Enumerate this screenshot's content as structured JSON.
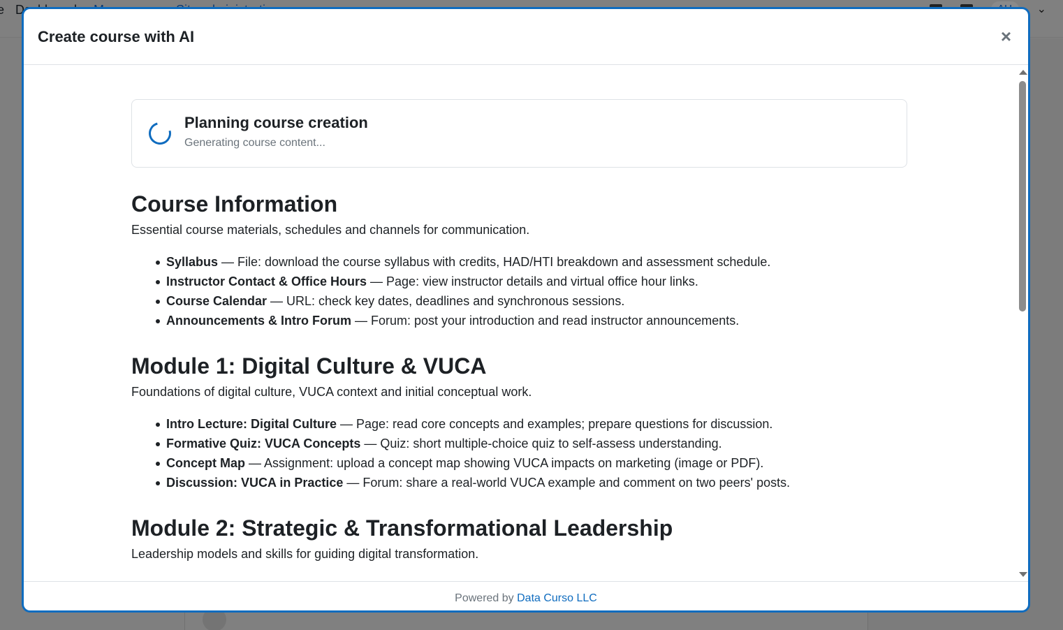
{
  "background": {
    "nav": {
      "logo_fragment": "e",
      "dashboard": "Dashboard",
      "my_courses": "My courses",
      "site_admin": "Site administration",
      "avatar": "AU"
    }
  },
  "modal": {
    "title": "Create course with AI",
    "close_label": "×",
    "progress": {
      "title": "Planning course creation",
      "subtitle": "Generating course content..."
    },
    "sections": [
      {
        "heading": "Course Information",
        "description": "Essential course materials, schedules and channels for communication.",
        "items": [
          {
            "name": "Syllabus",
            "text": " — File: download the course syllabus with credits, HAD/HTI breakdown and assessment schedule."
          },
          {
            "name": "Instructor Contact & Office Hours",
            "text": " — Page: view instructor details and virtual office hour links."
          },
          {
            "name": "Course Calendar",
            "text": " — URL: check key dates, deadlines and synchronous sessions."
          },
          {
            "name": "Announcements & Intro Forum",
            "text": " — Forum: post your introduction and read instructor announcements."
          }
        ]
      },
      {
        "heading": "Module 1: Digital Culture & VUCA",
        "description": "Foundations of digital culture, VUCA context and initial conceptual work.",
        "items": [
          {
            "name": "Intro Lecture: Digital Culture",
            "text": " — Page: read core concepts and examples; prepare questions for discussion."
          },
          {
            "name": "Formative Quiz: VUCA Concepts",
            "text": " — Quiz: short multiple-choice quiz to self-assess understanding."
          },
          {
            "name": "Concept Map",
            "text": " — Assignment: upload a concept map showing VUCA impacts on marketing (image or PDF)."
          },
          {
            "name": "Discussion: VUCA in Practice",
            "text": " — Forum: share a real-world VUCA example and comment on two peers' posts."
          }
        ]
      },
      {
        "heading": "Module 2: Strategic & Transformational Leadership",
        "description": "Leadership models and skills for guiding digital transformation.",
        "items": []
      }
    ],
    "footer": {
      "prefix": "Powered by ",
      "link": "Data Curso LLC"
    }
  }
}
